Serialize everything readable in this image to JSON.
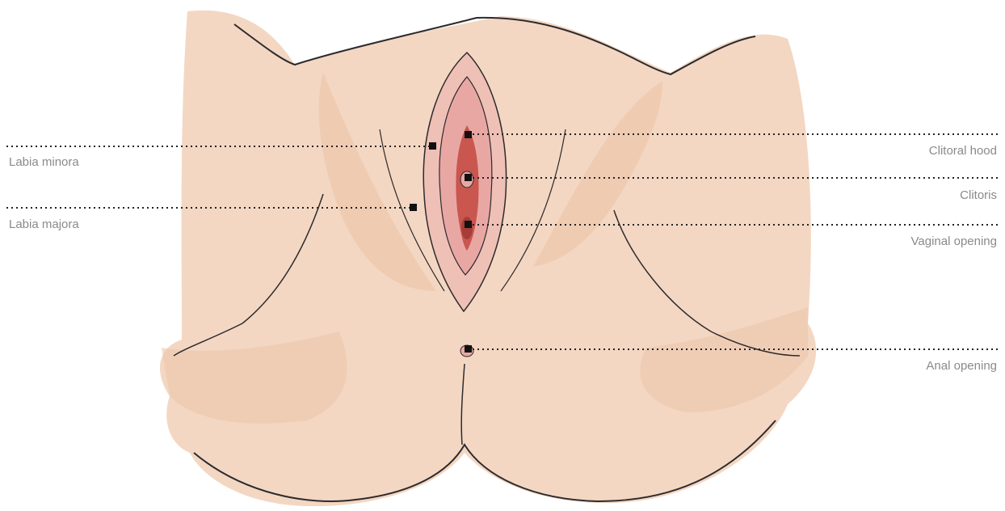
{
  "labels": {
    "labia_minora": "Labia minora",
    "labia_majora": "Labia majora",
    "clitoral_hood": "Clitoral hood",
    "clitoris": "Clitoris",
    "vaginal_opening": "Vaginal opening",
    "anal_opening": "Anal opening"
  },
  "colors": {
    "skin": "#f3d7c2",
    "skin_shadow": "#ebc4a8",
    "outline": "#2d2a2e",
    "inner_pink": "#e9a7a4",
    "inner_red": "#c9574f",
    "leader": "#222222",
    "label_text": "#8a8a8a"
  }
}
